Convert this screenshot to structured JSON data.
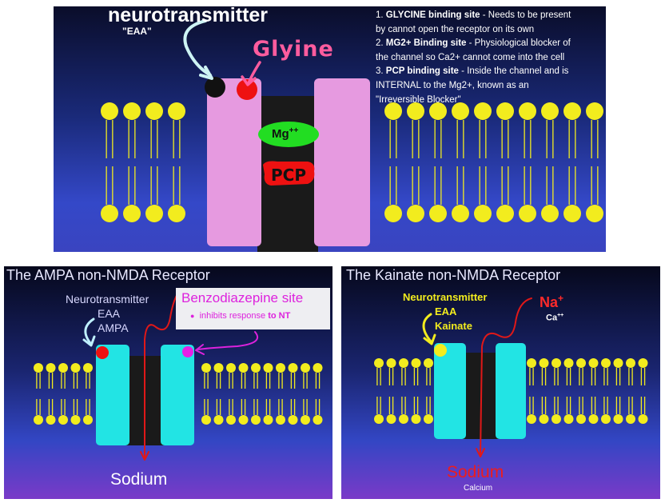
{
  "nmda": {
    "title": "neurotransmitter",
    "subtitle": "\"EAA\"",
    "glycine_label": "Glyine",
    "mg_label": "Mg",
    "mg_sup": "++",
    "pcp_label": "PCP",
    "notes": [
      {
        "num": "1. ",
        "bold": "GLYCINE binding site",
        "rest": " - Needs to be present"
      },
      {
        "rest": "by cannot open the receptor on its own"
      },
      {
        "num": "2. ",
        "bold": "MG2+ Binding site",
        "rest": " - Physiological blocker of"
      },
      {
        "rest": "the channel so Ca2+ cannot come into the cell"
      },
      {
        "num": "3. ",
        "bold": "PCP binding site",
        "rest": " - Inside the channel and is"
      },
      {
        "rest": "INTERNAL to the Mg2+, known as an"
      },
      {
        "rest": "\"Irreversible Blocker\""
      }
    ]
  },
  "ampa": {
    "title": "The AMPA non-NMDA Receptor",
    "nt_lines": [
      "Neurotransmitter",
      "EAA",
      "AMPA"
    ],
    "benzo_title": "Benzodiazepine site",
    "benzo_bullet": "inhibits response",
    "benzo_bold": "to NT",
    "ion": "Sodium"
  },
  "kainate": {
    "title": "The Kainate non-NMDA Receptor",
    "nt_lines": [
      "Neurotransmitter",
      "EAA",
      "Kainate"
    ],
    "na_label": "Na",
    "na_sup": "+",
    "ca_label": "Ca",
    "ca_sup": "++",
    "ion": "Sodium",
    "ion2": "Calcium"
  },
  "colors": {
    "lipid": "#f2ec1e",
    "nmda_subunit": "#e69ae0",
    "nonnmda_subunit": "#22e4e4",
    "channel": "#1a1a1a",
    "mg": "#22dd22",
    "pcp": "#ee1111",
    "glycine_site": "#ee1111",
    "nt_site": "#111111",
    "arrow_red": "#e01818"
  }
}
